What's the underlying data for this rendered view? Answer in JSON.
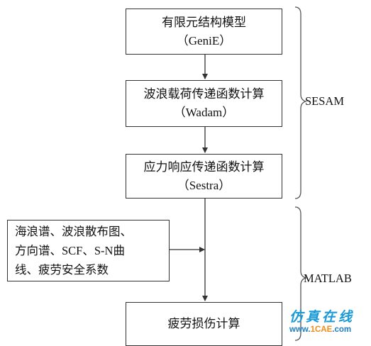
{
  "boxes": {
    "genie": {
      "line1": "有限元结构模型",
      "line2": "（GeniE）"
    },
    "wadam": {
      "line1": "波浪载荷传递函数计算",
      "line2": "（Wadam）"
    },
    "sestra": {
      "line1": "应力响应传递函数计算",
      "line2": "（Sestra）"
    },
    "inputs": {
      "line1": "海浪谱、波浪散布图、",
      "line2": "方向谱、SCF、S-N曲",
      "line3": "线、疲劳安全系数"
    },
    "fatigue": {
      "line1": "疲劳损伤计算"
    }
  },
  "groups": {
    "sesam": "SESAM",
    "matlab": "MATLAB"
  },
  "watermark": {
    "text": "仿真在线",
    "url_prefix": "www.",
    "url_accent": "1CAE",
    "url_suffix": ".com"
  }
}
